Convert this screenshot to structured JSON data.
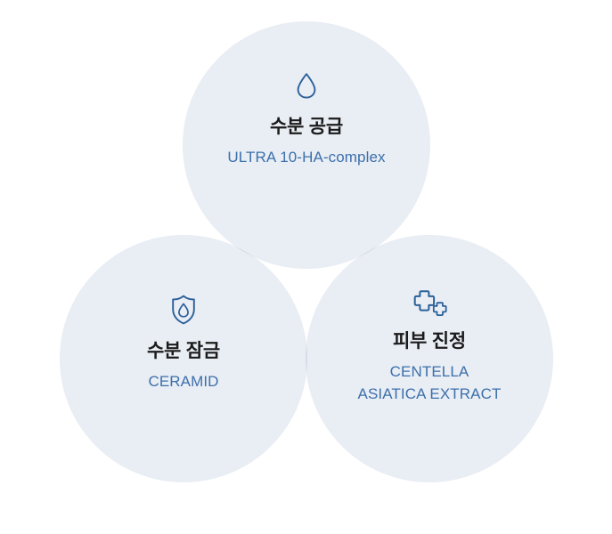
{
  "diagram": {
    "type": "venn",
    "set_count": 3,
    "background_color": "#ffffff",
    "circle_fill": "#e9edf4",
    "overlap_double_color": "#dde4ee",
    "overlap_triple_color": "#c6d4e2",
    "title_color": "#1b1b1b",
    "subtitle_color": "#3c70ab",
    "icon_color": "#2a6099"
  },
  "sets": [
    {
      "id": "hydration",
      "position": "top",
      "icon_name": "water-drop-icon",
      "title": "수분 공급",
      "subtitle_lines": [
        "ULTRA 10-HA-complex"
      ]
    },
    {
      "id": "moisture-lock",
      "position": "bottom-left",
      "icon_name": "shield-water-drop-icon",
      "title": "수분 잠금",
      "subtitle_lines": [
        "CERAMID"
      ]
    },
    {
      "id": "skin-soothing",
      "position": "bottom-right",
      "icon_name": "double-cross-icon",
      "title": "피부 진정",
      "subtitle_lines": [
        "CENTELLA",
        "ASIATICA EXTRACT"
      ]
    }
  ]
}
